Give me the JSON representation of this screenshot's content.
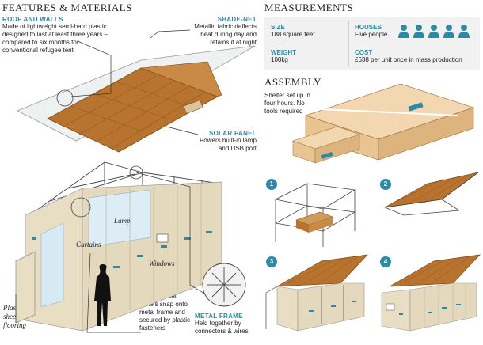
{
  "features": {
    "title": "FEATURES & MATERIALS",
    "roof": {
      "head": "ROOF AND WALLS",
      "body": "Made of lightweight semi-hard plastic designed to last at least three years – compared to six months for conventional refugee tent"
    },
    "shadenet": {
      "head": "SHADE-NET",
      "body": "Metallic fabric deflects heat during day and retains it at night"
    },
    "solar": {
      "head": "SOLAR PANEL",
      "body": "Powers built-in lamp and USB port"
    },
    "frame": {
      "head": "METAL FRAME",
      "body": "Held together by connectors & wires"
    },
    "lamp": "Lamp",
    "curtains": "Curtains",
    "windows": "Windows",
    "flooring": "Plastic sheet flooring",
    "panels": "Roof and wall panels snap onto metal frame and secured by plastic fasteners"
  },
  "measurements": {
    "title": "MEASUREMENTS",
    "size": {
      "head": "SIZE",
      "value": "188 square feet"
    },
    "houses": {
      "head": "HOUSES",
      "value": "Five people"
    },
    "weight": {
      "head": "WEIGHT",
      "value": "100kg"
    },
    "cost": {
      "head": "COST",
      "value": "£638 per unit once in mass production"
    },
    "people_count": 5
  },
  "assembly": {
    "title": "ASSEMBLY",
    "note": "Shelter set up in four hours. No tools required",
    "steps": [
      "1",
      "2",
      "3",
      "4"
    ]
  },
  "colors": {
    "accent": "#2b8aa6",
    "wood": "#b8742e",
    "wall": "#e6dcc3",
    "frame": "#444444"
  }
}
